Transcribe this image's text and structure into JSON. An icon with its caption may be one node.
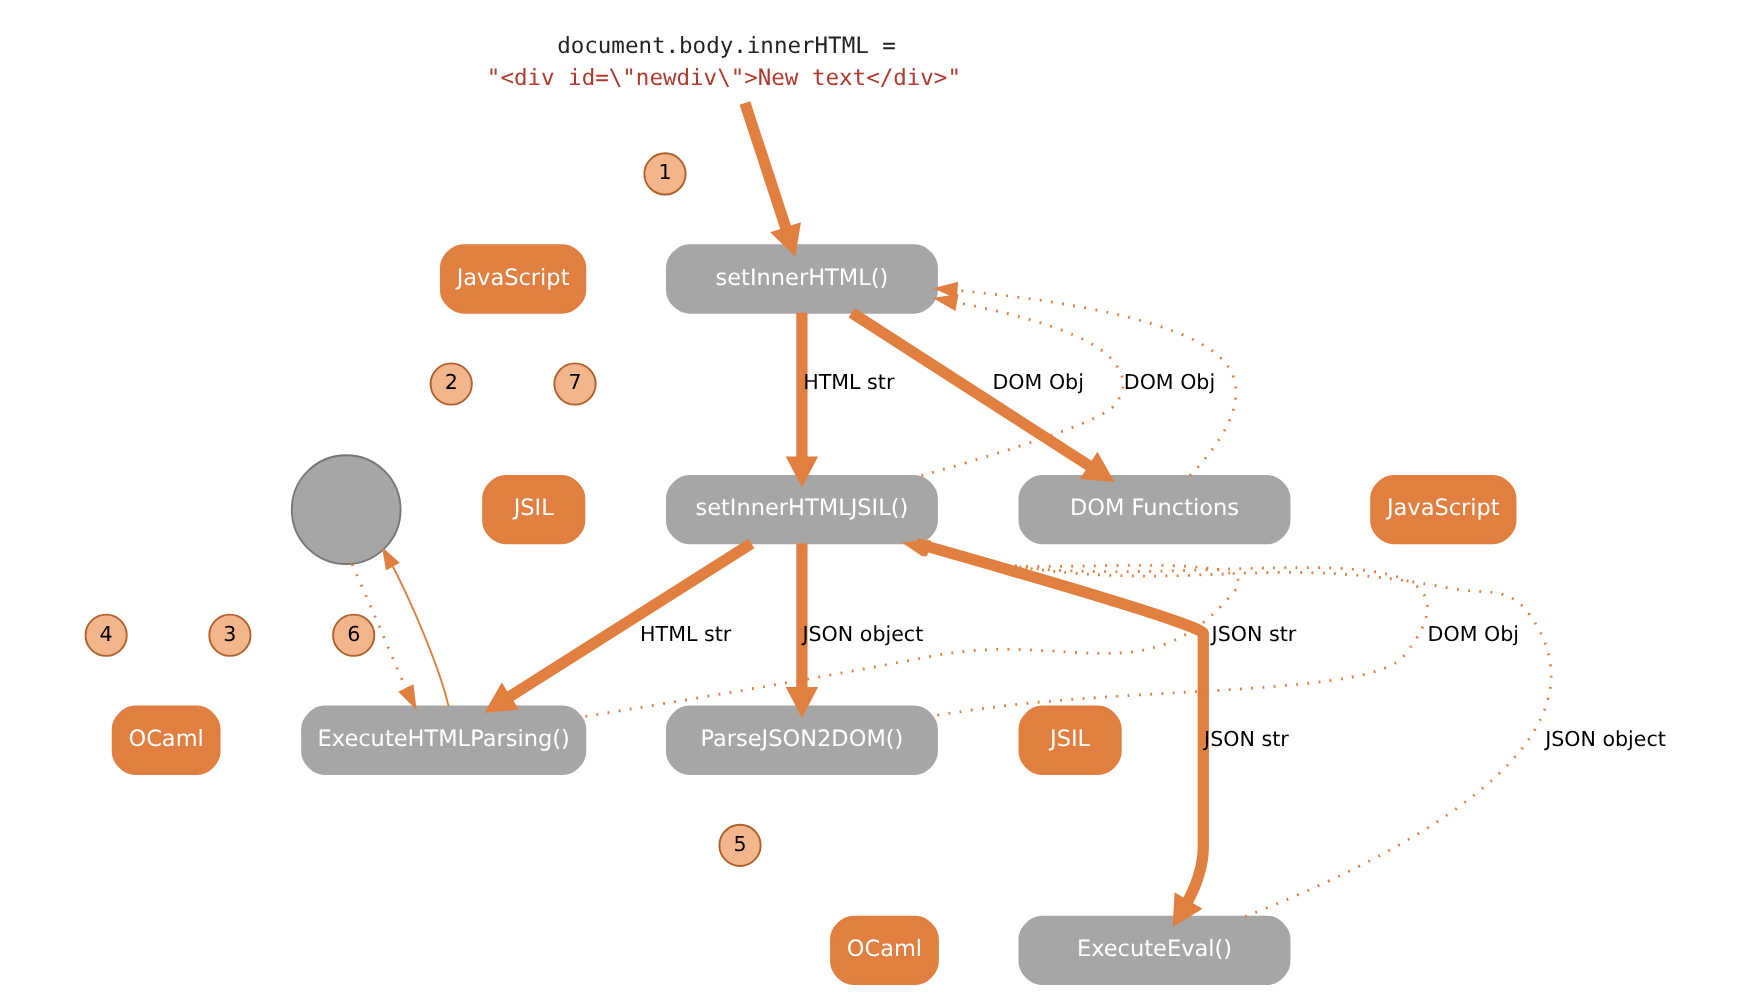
{
  "diagram": {
    "nodes": [
      {
        "text": [
          "document.body.innerHTML =",
          "\"<div id=\\\"newdiv\\\">New text</div>\""
        ]
      },
      {
        "text": [
          "1"
        ]
      },
      {
        "text": [
          "JavaScript"
        ]
      },
      {
        "text": [
          "setInnerHTML()"
        ]
      },
      {
        "text": [],
        "shape": "circle"
      },
      {
        "text": [
          "2"
        ]
      },
      {
        "text": [
          "7"
        ]
      },
      {
        "text": [
          "JSIL"
        ]
      },
      {
        "text": [
          "setInnerHTMLJSIL()"
        ]
      },
      {
        "text": [
          "DOM Functions"
        ]
      },
      {
        "text": [
          "JavaScript"
        ]
      },
      {
        "text": [
          "4"
        ]
      },
      {
        "text": [
          "3"
        ]
      },
      {
        "text": [
          "6"
        ]
      },
      {
        "text": [
          "OCaml"
        ]
      },
      {
        "text": [
          "ExecuteHTMLParsing()"
        ]
      },
      {
        "text": [
          "ParseJSON2DOM()"
        ]
      },
      {
        "text": [
          "JSIL"
        ]
      },
      {
        "text": [
          "5"
        ]
      },
      {
        "text": [
          "OCaml"
        ]
      },
      {
        "text": [
          "ExecuteEval()"
        ]
      }
    ],
    "edges": [
      {
        "from": 0,
        "to": 3,
        "arrow": "to",
        "style": "thick"
      },
      {
        "from": 3,
        "to": 8,
        "arrow": "to",
        "label": "HTML str",
        "style": "thick"
      },
      {
        "from": 8,
        "to": 3,
        "arrow": "to",
        "label": "DOM Obj",
        "style": "dashed"
      },
      {
        "from": 3,
        "to": 9,
        "arrow": "to",
        "label": "DOM Obj",
        "style": "thick"
      },
      {
        "from": 9,
        "to": 3,
        "arrow": "to",
        "style": "dashed"
      },
      {
        "from": 8,
        "to": 15,
        "arrow": "to",
        "label": "HTML str",
        "style": "thick"
      },
      {
        "from": 15,
        "to": 8,
        "arrow": "to",
        "label": "JSON str",
        "style": "dashed"
      },
      {
        "from": 15,
        "to": 4,
        "arrow": "to"
      },
      {
        "from": 4,
        "to": 15,
        "arrow": "to",
        "style": "dashed"
      },
      {
        "from": 8,
        "to": 20,
        "arrow": "to",
        "label": "JSON str",
        "style": "thick"
      },
      {
        "from": 20,
        "to": 8,
        "arrow": "to",
        "label": "JSON object",
        "style": "dashed"
      },
      {
        "from": 8,
        "to": 16,
        "arrow": "to",
        "label": "JSON object",
        "style": "thick"
      },
      {
        "from": 16,
        "to": 8,
        "arrow": "to",
        "label": "DOM Obj",
        "style": "dashed"
      }
    ]
  }
}
